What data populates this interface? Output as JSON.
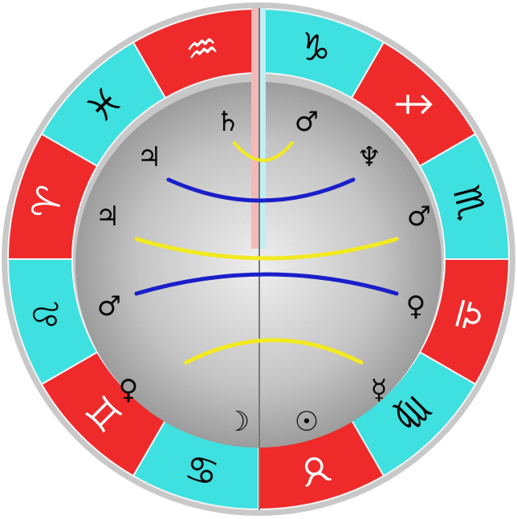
{
  "colors": {
    "background": "#ffffff",
    "outer_ring": "#c8c8c8",
    "sector_red": "#ee2a2a",
    "sector_cyan": "#3fe0e0",
    "sector_stroke": "#f4f4f4",
    "glyph_light": "#ffffff",
    "glyph_dark": "#0a0a0a",
    "sphere_light": "#f7f7f7",
    "sphere_mid": "#c6c6c6",
    "sphere_dark": "#8a8a8a",
    "axis_line": "#7a7a7a",
    "arc_yellow": "#f2ea1f",
    "arc_blue": "#1a1fc8",
    "axis_top_pink": "#f4b8b8",
    "axis_top_cyan": "#bfeff2"
  },
  "ring_sectors": [
    {
      "sign": "capricorn",
      "glyph": "♑",
      "color": "cyan",
      "glyph_color": "dark"
    },
    {
      "sign": "sagittarius",
      "glyph": "♐",
      "color": "red",
      "glyph_color": "light"
    },
    {
      "sign": "scorpio",
      "glyph": "♏",
      "color": "cyan",
      "glyph_color": "dark"
    },
    {
      "sign": "libra",
      "glyph": "♎",
      "color": "red",
      "glyph_color": "light"
    },
    {
      "sign": "virgo",
      "glyph": "♍",
      "color": "cyan",
      "glyph_color": "dark"
    },
    {
      "sign": "taurus",
      "glyph": "♉",
      "color": "red",
      "glyph_color": "light"
    },
    {
      "sign": "cancer",
      "glyph": "♋",
      "color": "cyan",
      "glyph_color": "dark"
    },
    {
      "sign": "gemini",
      "glyph": "♊",
      "color": "red",
      "glyph_color": "light"
    },
    {
      "sign": "leo",
      "glyph": "♌",
      "color": "cyan",
      "glyph_color": "dark"
    },
    {
      "sign": "aries",
      "glyph": "♈",
      "color": "red",
      "glyph_color": "light"
    },
    {
      "sign": "pisces",
      "glyph": "♓",
      "color": "cyan",
      "glyph_color": "dark"
    },
    {
      "sign": "aquarius",
      "glyph": "♒",
      "color": "red",
      "glyph_color": "light"
    }
  ],
  "planet_pairs": [
    {
      "left": {
        "name": "saturn",
        "glyph": "♄"
      },
      "right": {
        "name": "mars",
        "glyph": "♂"
      },
      "arc_color": "yellow"
    },
    {
      "left": {
        "name": "jupiter",
        "glyph": "♃"
      },
      "right": {
        "name": "neptune",
        "glyph": "♆"
      },
      "arc_color": "blue"
    },
    {
      "left": {
        "name": "jupiter",
        "glyph": "♃"
      },
      "right": {
        "name": "mars",
        "glyph": "♂"
      },
      "arc_color": "yellow"
    },
    {
      "left": {
        "name": "mars",
        "glyph": "♂"
      },
      "right": {
        "name": "venus",
        "glyph": "♀"
      },
      "arc_color": "blue"
    },
    {
      "left": {
        "name": "venus",
        "glyph": "♀"
      },
      "right": {
        "name": "mercury",
        "glyph": "☿"
      },
      "arc_color": "yellow"
    },
    {
      "left": {
        "name": "moon",
        "glyph": "☽"
      },
      "right": {
        "name": "sun",
        "glyph": "☉"
      },
      "arc_color": "none"
    }
  ]
}
